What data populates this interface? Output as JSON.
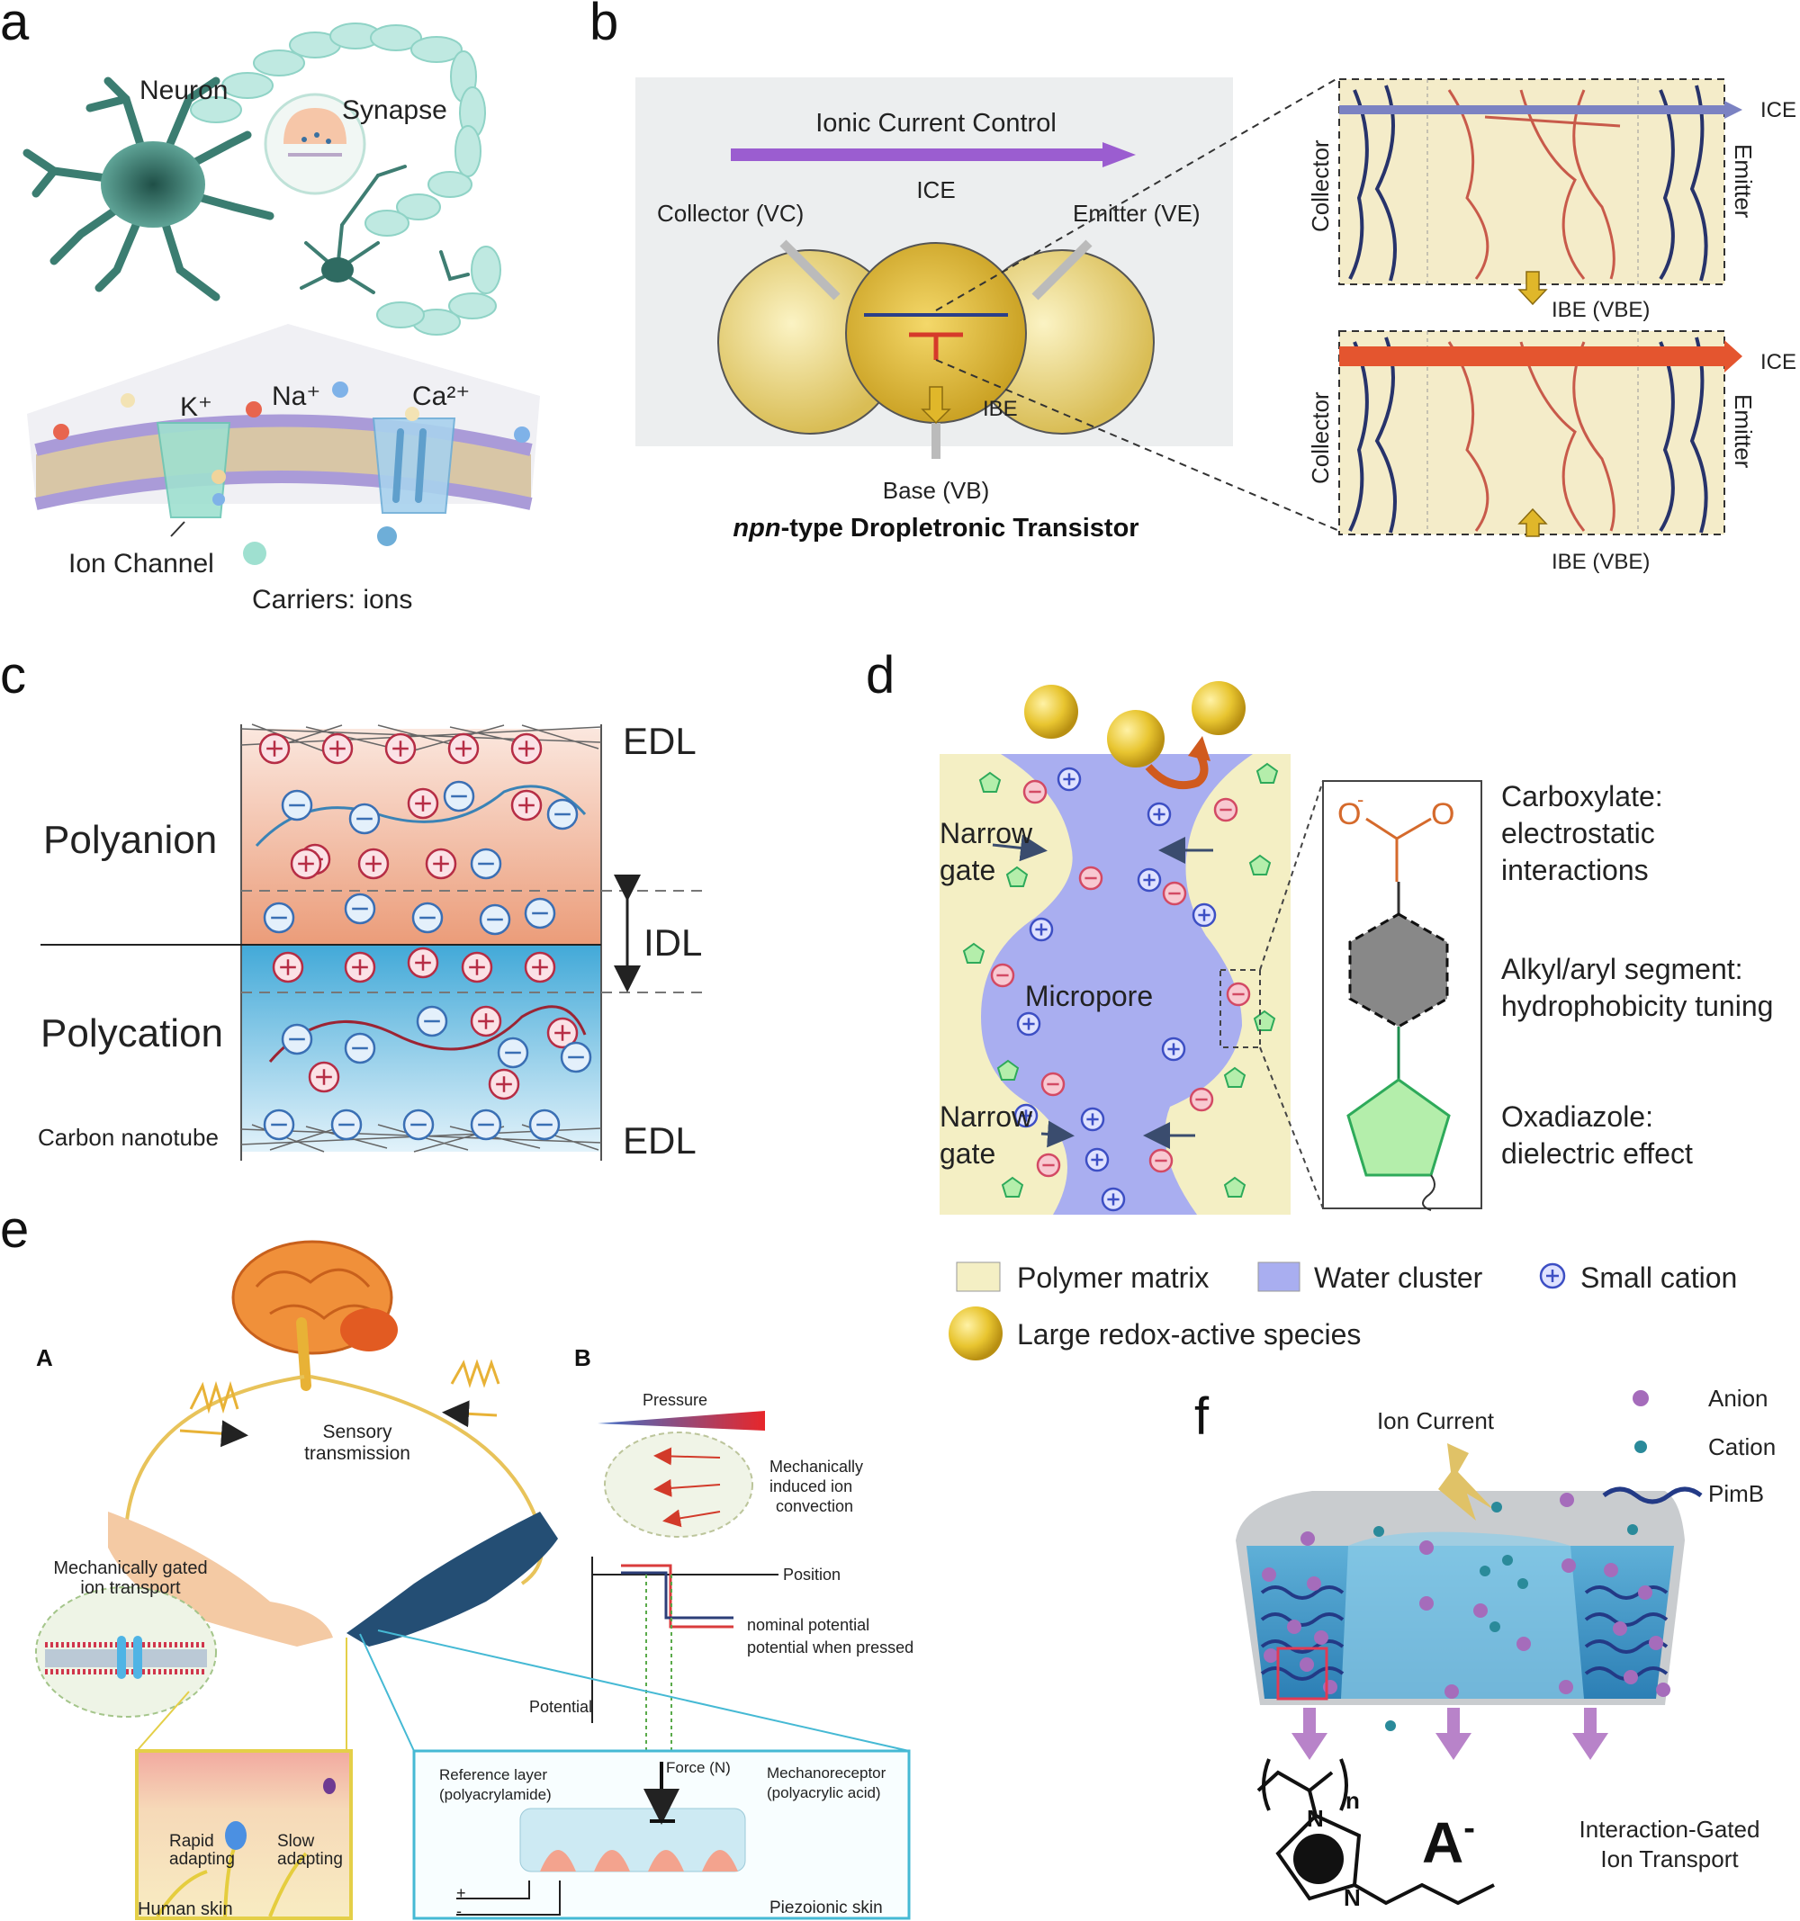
{
  "panel_a": {
    "label": "a",
    "neuron": "Neuron",
    "synapse": "Synapse",
    "k": "K⁺",
    "na": "Na⁺",
    "ca": "Ca²⁺",
    "ion_channel": "Ion Channel",
    "carriers": "Carriers: ions"
  },
  "panel_b": {
    "label": "b",
    "ionic_control": "Ionic Current Control",
    "ice": "ICE",
    "collector_vc": "Collector (VC)",
    "emitter_ve": "Emitter (VE)",
    "ibe": "IBE",
    "base_vb": "Base (VB)",
    "title_italic": "npn",
    "title_rest": "-type Dropletronic Transistor",
    "collector": "Collector",
    "emitter": "Emitter",
    "ibe_vbe": "IBE (VBE)"
  },
  "panel_c": {
    "label": "c",
    "polyanion": "Polyanion",
    "polycation": "Polycation",
    "edl": "EDL",
    "idl": "IDL",
    "cnt": "Carbon nanotube"
  },
  "panel_d": {
    "label": "d",
    "narrow_gate": [
      "Narrow",
      "gate"
    ],
    "micropore": "Micropore",
    "carboxylate": [
      "Carboxylate:",
      "electrostatic",
      "interactions"
    ],
    "alkyl": [
      "Alkyl/aryl segment:",
      "hydrophobicity tuning"
    ],
    "oxadiazole": [
      "Oxadiazole:",
      "dielectric effect"
    ],
    "legend": {
      "polymer": "Polymer matrix",
      "water": "Water cluster",
      "cation": "Small cation",
      "redox": "Large redox-active species"
    },
    "colors": {
      "polymer": "#f4efc4",
      "water": "#a9aef0",
      "cation": "#3d4fc4",
      "redox": "#e7c52b"
    }
  },
  "panel_e": {
    "label": "e",
    "A": "A",
    "B": "B",
    "sensory": [
      "Sensory",
      "transmission"
    ],
    "mech_gated": [
      "Mechanically gated",
      "ion transport"
    ],
    "rapid": [
      "Rapid",
      "adapting"
    ],
    "slow": [
      "Slow",
      "adapting"
    ],
    "human_skin": "Human skin",
    "pressure": "Pressure",
    "mech_induced": [
      "Mechanically",
      "induced ion",
      "convection"
    ],
    "position": "Position",
    "potential": "Potential",
    "nominal": "nominal potential",
    "pressed": "potential when pressed",
    "force": "Force (N)",
    "ref_layer": [
      "Reference layer",
      "(polyacrylamide)"
    ],
    "mechanoreceptor": [
      "Mechanoreceptor",
      "(polyacrylic acid)"
    ],
    "piezo": "Piezoionic skin"
  },
  "panel_f": {
    "label": "f",
    "ion_current": "Ion Current",
    "anion": "Anion",
    "cation": "Cation",
    "pimb": "PimB",
    "a_minus": "A",
    "gated": [
      "Interaction-Gated",
      "Ion Transport"
    ],
    "n_sub": "n"
  }
}
